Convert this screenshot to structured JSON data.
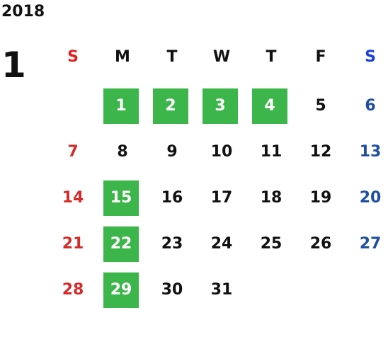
{
  "calendar": {
    "year": "2018",
    "month": "1",
    "weekdays": [
      "S",
      "M",
      "T",
      "W",
      "T",
      "F",
      "S"
    ],
    "days": [
      "1",
      "2",
      "3",
      "4",
      "5",
      "6",
      "7",
      "8",
      "9",
      "10",
      "11",
      "12",
      "13",
      "14",
      "15",
      "16",
      "17",
      "18",
      "19",
      "20",
      "21",
      "22",
      "23",
      "24",
      "25",
      "26",
      "27",
      "28",
      "29",
      "30",
      "31"
    ],
    "highlighted_days": [
      "1",
      "2",
      "3",
      "4",
      "15",
      "22",
      "29"
    ],
    "colors": {
      "highlight": "#3cb54a",
      "sunday": "#d42a2a",
      "saturday": "#1f4fa0",
      "weekday_header_sunday": "#e02020",
      "weekday_header_saturday": "#1a3fd6"
    }
  }
}
